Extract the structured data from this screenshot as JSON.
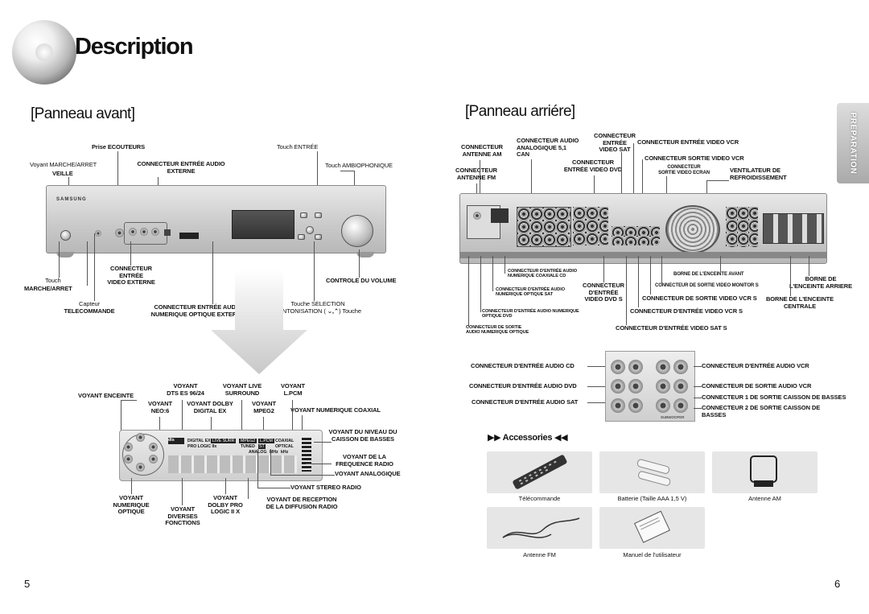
{
  "header": {
    "title": "Description"
  },
  "side_tab": {
    "label": "PREPARATION"
  },
  "front": {
    "section_title": "[Panneau avant]",
    "labels": {
      "prise_ecouteurs": "Prise ECOUTEURS",
      "touch_entree": "Touch ENTRÉE",
      "voyant_marche": "Voyant MARCHE/ARRET",
      "veille": "VEILLE",
      "conn_audio_externe_1": "CONNECTEUR ENTRÉE AUDIO",
      "conn_audio_externe_2": "EXTERNE",
      "touch_ambio": "Touch AMBIOPHONIQUE",
      "touch_1": "Touch",
      "touch_2": "MARCHE/ARRET",
      "conn_video_1": "CONNECTEUR",
      "conn_video_2": "ENTRÉE",
      "conn_video_3": "VIDEO EXTERNE",
      "controle_volume": "CONTROLE DU VOLUME",
      "capteur_1": "Capteur",
      "capteur_2": "TELECOMMANDE",
      "conn_num_1": "CONNECTEUR ENTRÉE AUDIO",
      "conn_num_2": "NUMERIQUE OPTIQUE EXTERNE",
      "touche_sel_1": "Touche SELECTION",
      "touche_sel_2": "SYNTONISATION (",
      "touche_sel_3": ") Touche"
    },
    "device": {
      "brand": "SAMSUNG"
    }
  },
  "display": {
    "labels": {
      "voyant_enceinte": "VOYANT ENCEINTE",
      "v_dts_1": "VOYANT",
      "v_dts_2": "DTS ES 96/24",
      "v_neo_1": "VOYANT",
      "v_neo_2": "NEO:6",
      "v_live_1": "VOYANT LIVE",
      "v_live_2": "SURROUND",
      "v_dolby_1": "VOYANT DOLBY",
      "v_dolby_2": "DIGITAL EX",
      "v_lpcm_1": "VOYANT",
      "v_lpcm_2": "L.PCM",
      "v_mpeg_1": "VOYANT",
      "v_mpeg_2": "MPEG2",
      "v_coax": "VOYANT NUMERIQUE COAXIAL",
      "v_basses_1": "VOYANT DU NIVEAU DU",
      "v_basses_2": "CAISSON DE BASSES",
      "v_freq_1": "VOYANT DE LA",
      "v_freq_2": "FREQUENCE RADIO",
      "v_analog": "VOYANT ANALOGIQUE",
      "v_stereo": "VOYANT STEREO RADIO",
      "v_optique_1": "VOYANT",
      "v_optique_2": "NUMERIQUE",
      "v_optique_3": "OPTIQUE",
      "v_diverses_1": "VOYANT",
      "v_diverses_2": "DIVERSES",
      "v_diverses_3": "FONCTIONS",
      "v_prologic_1": "VOYANT",
      "v_prologic_2": "DOLBY PRO",
      "v_prologic_3": "LOGIC II X",
      "v_reception_1": "VOYANT DE RECEPTION",
      "v_reception_2": "DE LA DIFFUSION RADIO"
    },
    "panel_text": {
      "digital_ex": "DIGITAL EX",
      "live_surr": "LIVE SURR",
      "mpeg2": "MPEG2",
      "lpcm": "L.PCM",
      "coaxial": "COAXIAL",
      "optical": "OPTICAL",
      "pro_logic": "PRO LOGIC IIx",
      "tuned": "TUNED",
      "st": "ST",
      "analog": "ANALOG",
      "mhz": "MHz",
      "khz": "kHz"
    }
  },
  "rear": {
    "section_title": "[Panneau arriére]",
    "labels": {
      "ant_am_1": "CONNECTEUR",
      "ant_am_2": "ANTENNE AM",
      "ant_fm_1": "CONNECTEUR",
      "ant_fm_2": "ANTENNE FM",
      "audio_51_1": "CONNECTEUR AUDIO",
      "audio_51_2": "ANALOGIQUE 5,1",
      "audio_51_3": "CAN",
      "vsat_1": "CONNECTEUR",
      "vsat_2": "ENTRÉE",
      "vsat_3": "VIDEO SAT",
      "vdvd_1": "CONNECTEUR",
      "vdvd_2": "ENTRÉE VIDEO DVD",
      "vcr_in": "CONNECTEUR ENTRÉE VIDEO VCR",
      "vcr_out": "CONNECTEUR SORTIE VIDEO VCR",
      "ecran_1": "CONNECTEUR",
      "ecran_2": "SORTIE VIDEO ECRAN",
      "vent_1": "VENTILATEUR DE",
      "vent_2": "REFROIDISSEMENT",
      "coax_cd_1": "CONNECTEUR D'ENTRÉE AUDIO",
      "coax_cd_2": "NUMERIQUE COAXIALE CD",
      "opt_sat_1": "CONNECTEUR D'ENTRÉE AUDIO",
      "opt_sat_2": "NUMERIQUE OPTIQUE SAT",
      "opt_dvd_1": "CONNECTEUR D'ENTRÉE AUDIO NUMERIQUE",
      "opt_dvd_2": "OPTIQUE DVD",
      "sortie_num_1": "CONNECTEUR DE SORTIE",
      "sortie_num_2": "AUDIO NUMERIQUE OPTIQUE",
      "dvds_1": "CONNECTEUR",
      "dvds_2": "D'ENTRÉE",
      "dvds_3": "VIDEO DVD S",
      "enceinte_avant": "BORNE DE L'ENCEINTE AVANT",
      "monitor_s": "CONNECTEUR DE SORTIE VIDEO MONITOR S",
      "vcrs_out": "CONNECTEUR DE SORTIE VIDEO VCR S",
      "vcrs_in": "CONNECTEUR D'ENTRÉE VIDEO VCR S",
      "sats_in": "CONNECTEUR D'ENTRÉE VIDEO SAT S",
      "arriere_1": "BORNE DE",
      "arriere_2": "L'ENCEINTE ARRIERE",
      "centrale_1": "BORNE DE L'ENCEINTE",
      "centrale_2": "CENTRALE"
    },
    "audio": {
      "left": [
        "CONNECTEUR D'ENTRÉE AUDIO CD",
        "CONNECTEUR D'ENTRÉE AUDIO DVD",
        "CONNECTEUR D'ENTRÉE AUDIO SAT"
      ],
      "right_1": "CONNECTEUR D'ENTRÉE AUDIO VCR",
      "right_2": "CONNECTEUR DE SORTIE AUDIO VCR",
      "right_3": "CONNECTEUR 1 DE SORTIE CAISSON DE BASSES",
      "right_4a": "CONNECTEUR 2 DE SORTIE CAISSON DE",
      "right_4b": "BASSES",
      "subwoofer": "SUBWOOFER"
    }
  },
  "accessories": {
    "title": "Accessories",
    "items": [
      "Télécommande",
      "Batterie (Taille AAA 1,5 V)",
      "Antenne AM",
      "Antenne FM",
      "Manuel de l'utilisateur"
    ]
  },
  "pages": {
    "left": "5",
    "right": "6"
  }
}
